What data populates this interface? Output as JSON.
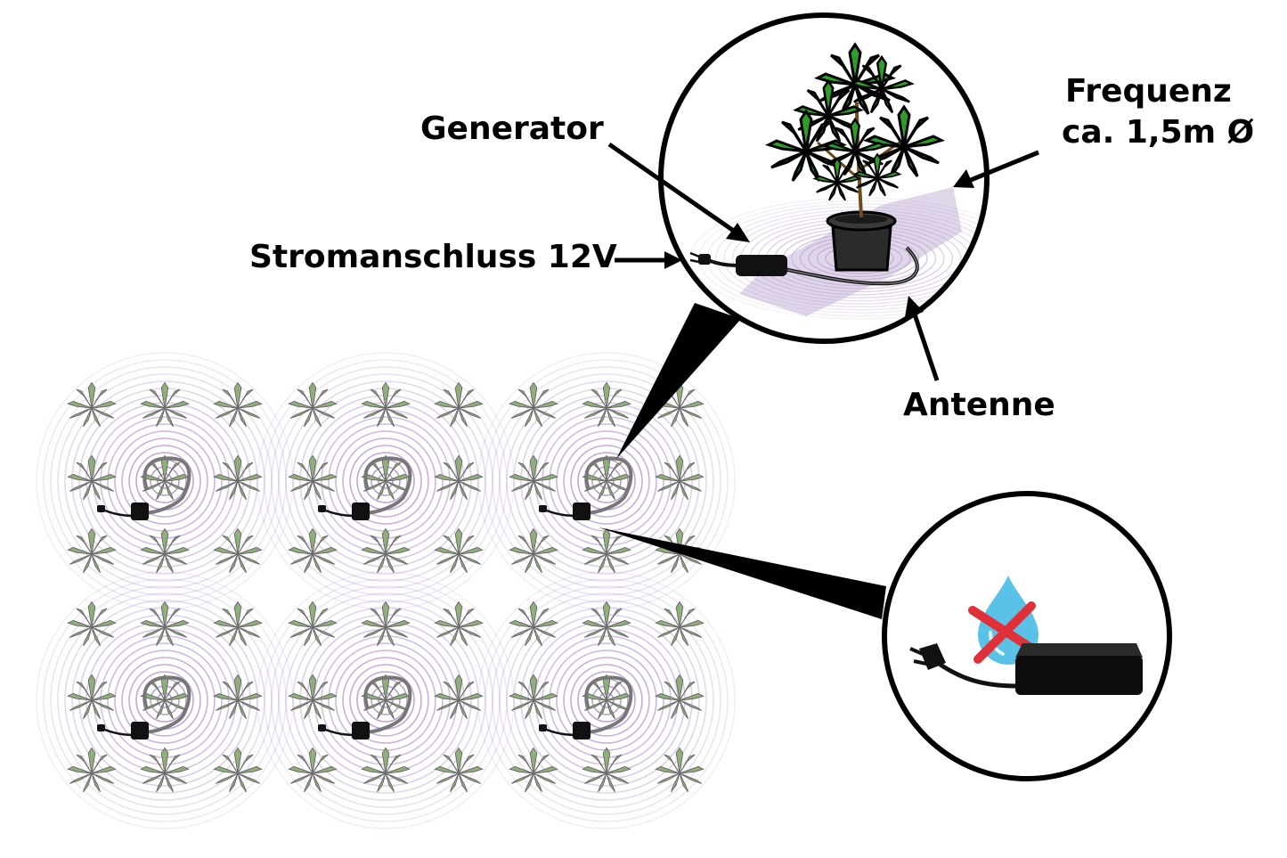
{
  "labels": {
    "generator": "Generator",
    "power": "Stromanschluss 12V",
    "frequency_line1": "Frequenz",
    "frequency_line2": "ca. 1,5m Ø",
    "antenna": "Antenne"
  },
  "grid": {
    "rows": 2,
    "columns": 3
  },
  "colors": {
    "wave": "#9b6fb8",
    "leaf_grid": "#8fb07a",
    "leaf_detail": "#2f9b2a",
    "pot": "#2b2b2b",
    "device": "#111111",
    "water_drop": "#5bc2e7",
    "cross": "#e0303a"
  },
  "icons": {
    "detail_top": "plant-pot-generator-antenna",
    "detail_bottom": "no-water-device-icon"
  }
}
